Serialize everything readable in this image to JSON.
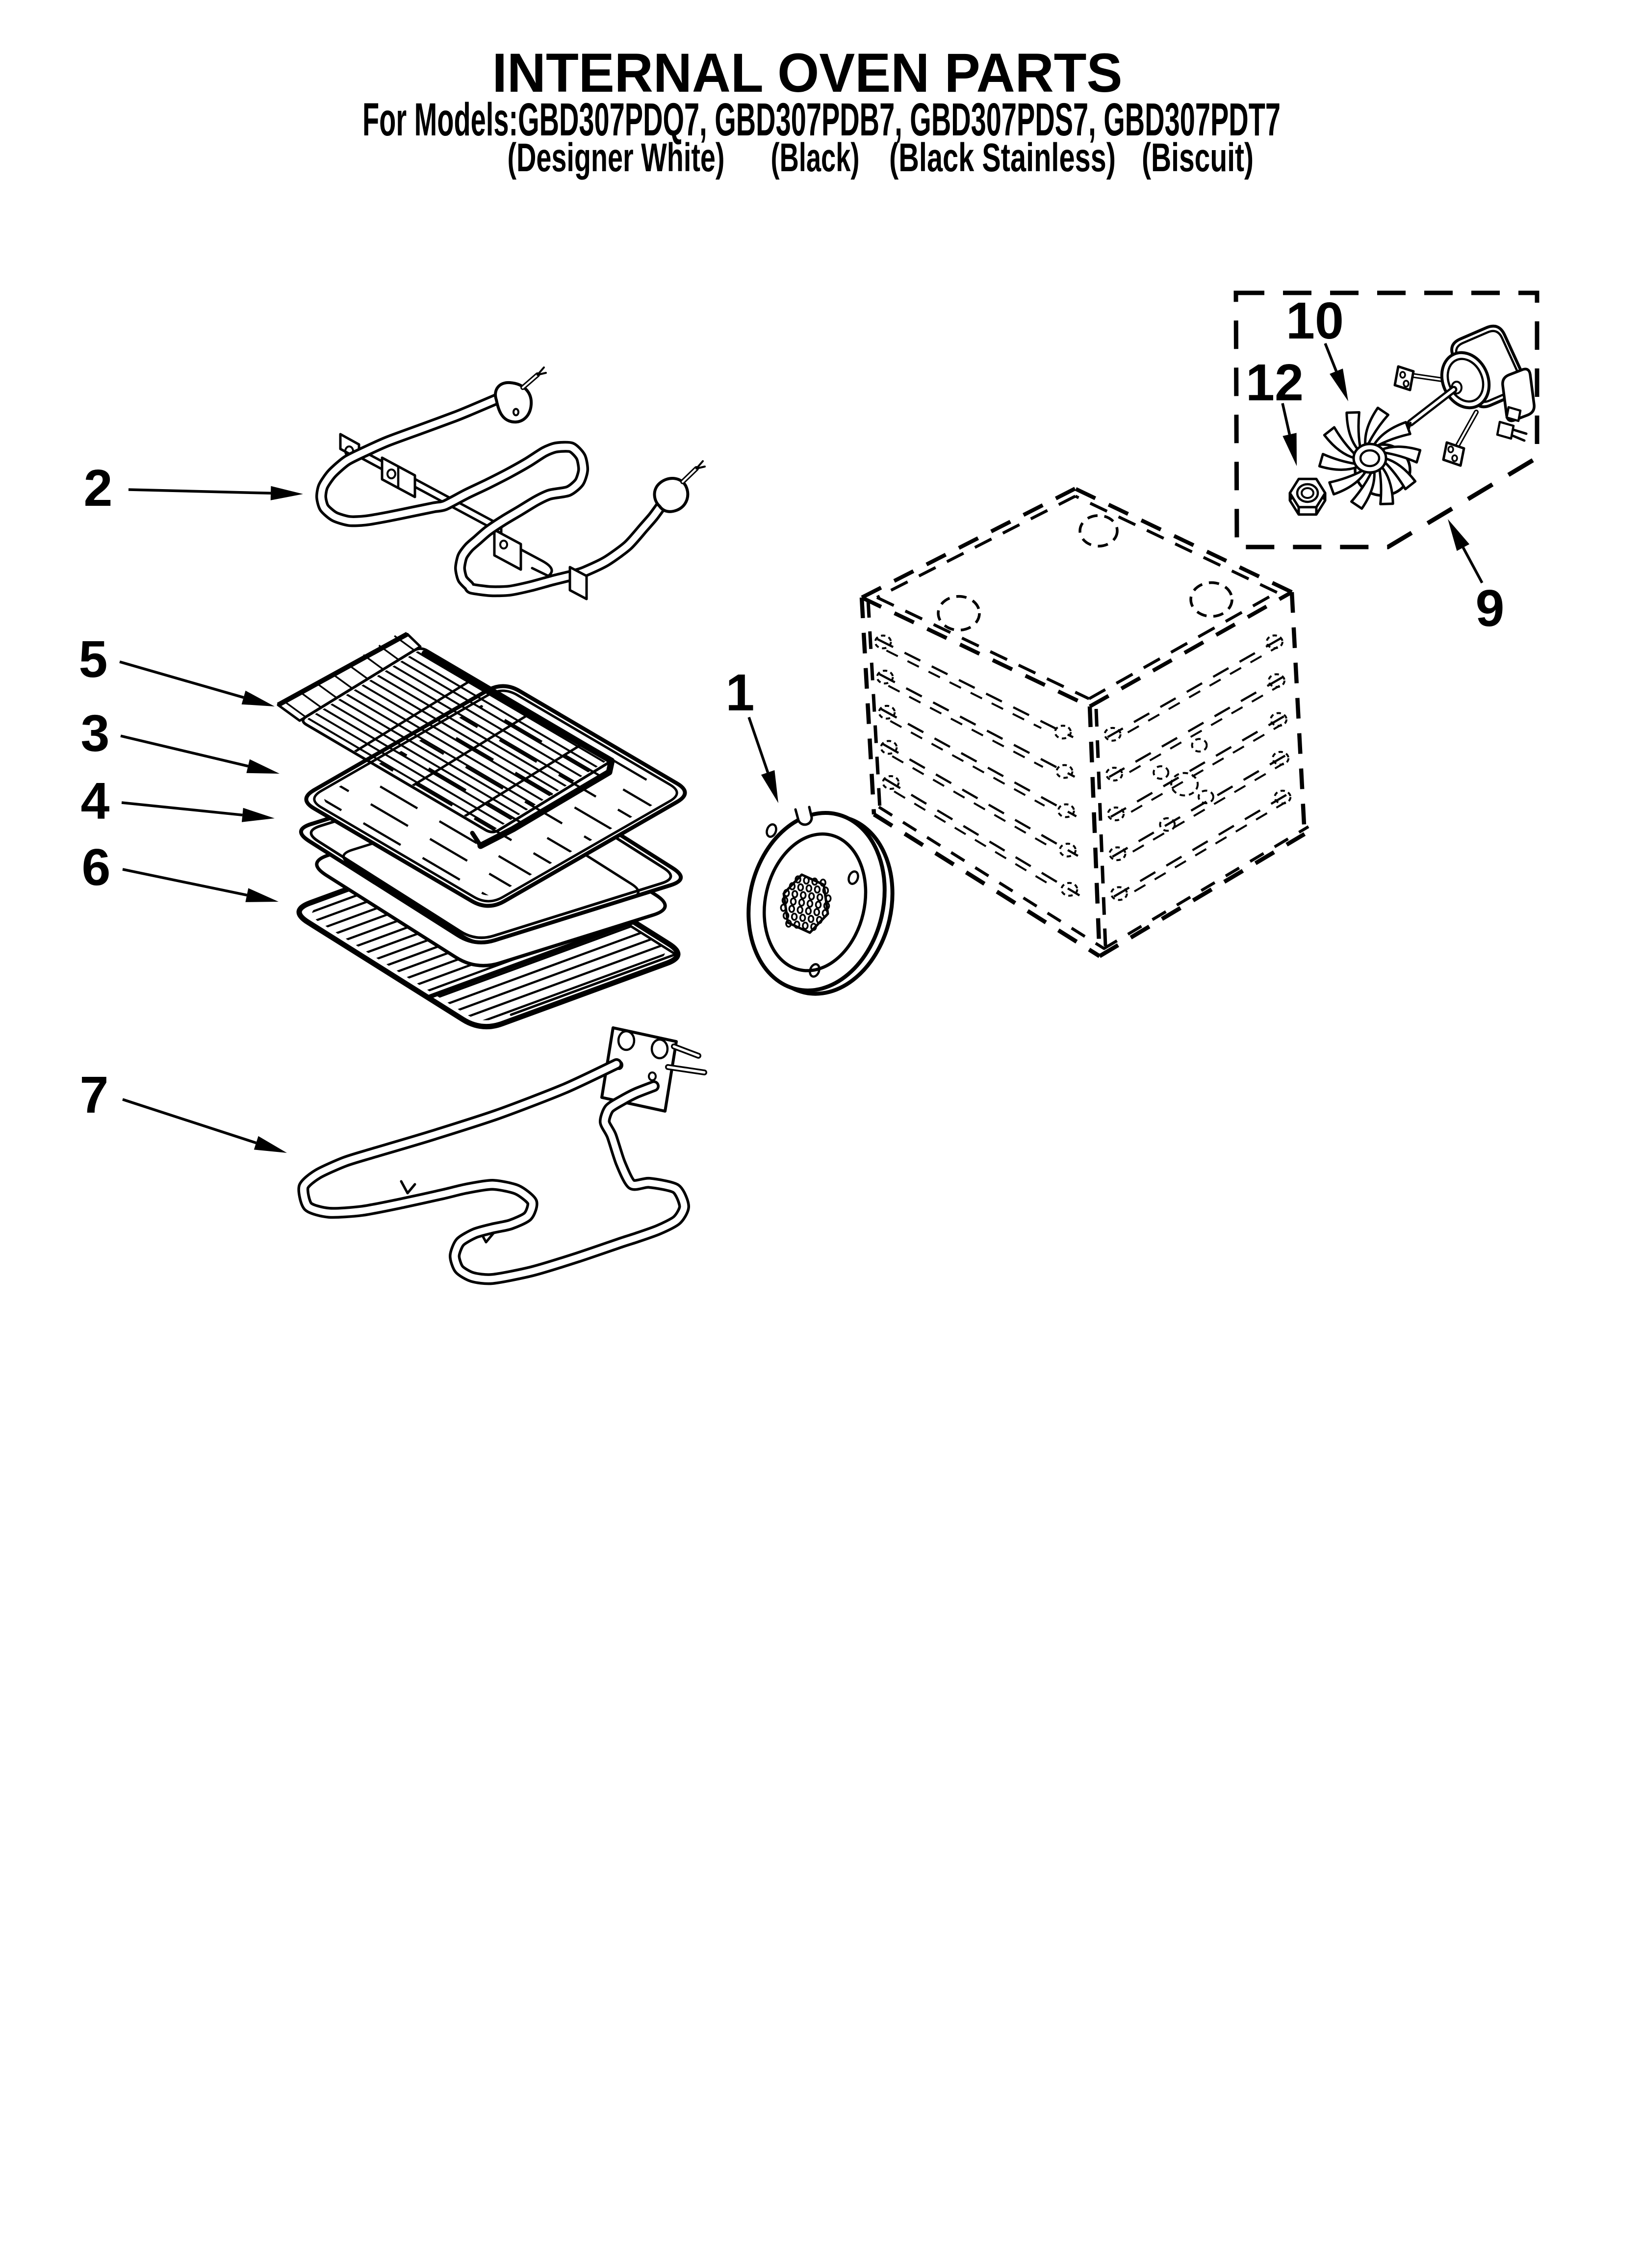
{
  "page": {
    "title": "INTERNAL OVEN PARTS",
    "models_line": "For Models:GBD307PDQ7, GBD307PDB7, GBD307PDS7, GBD307PDT7",
    "finishes": [
      {
        "label": "(Designer White)"
      },
      {
        "label": "(Black)"
      },
      {
        "label": "(Black Stainless)"
      },
      {
        "label": "(Biscuit)"
      }
    ],
    "ink_color": "#000000",
    "background_color": "#ffffff"
  },
  "callouts": [
    {
      "label": "1"
    },
    {
      "label": "2"
    },
    {
      "label": "3"
    },
    {
      "label": "4"
    },
    {
      "label": "5"
    },
    {
      "label": "6"
    },
    {
      "label": "7"
    },
    {
      "label": "9"
    },
    {
      "label": "10"
    },
    {
      "label": "12"
    }
  ]
}
